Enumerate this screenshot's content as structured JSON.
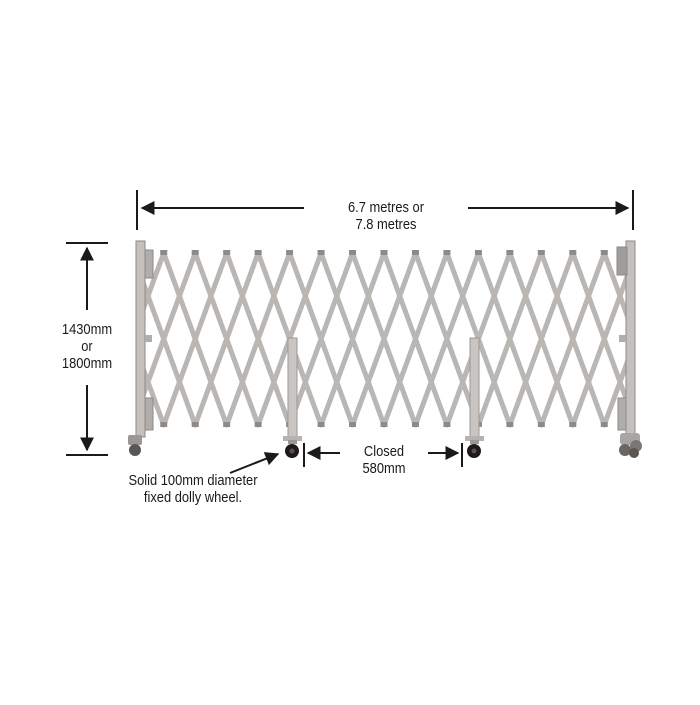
{
  "diagram": {
    "subject": "Expanding scissor security gate",
    "width_annotation": {
      "line1": "6.7 metres or",
      "line2": "7.8 metres"
    },
    "height_annotation": {
      "line1": "1430mm",
      "line2": "or",
      "line3": "1800mm"
    },
    "closed_annotation": {
      "line1": "Closed",
      "line2": "580mm"
    },
    "wheel_annotation": {
      "line1": "Solid 100mm diameter",
      "line2": "fixed dolly wheel."
    },
    "gate": {
      "peak_count": 15,
      "intermediate_posts": 2,
      "colors": {
        "metal": "#b9b6b3",
        "metal_dark": "#8d8a87",
        "wheel": "#1e1a1a",
        "annotation": "#1a1a1a"
      }
    }
  }
}
